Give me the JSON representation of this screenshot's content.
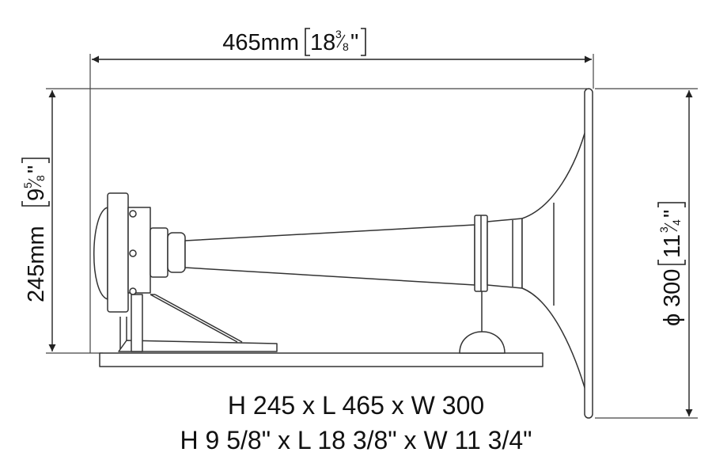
{
  "dimensions": {
    "length": {
      "metric": "465mm",
      "imperial_whole": "18",
      "imperial_num": "3",
      "imperial_den": "8",
      "quote": "\""
    },
    "height": {
      "metric": "245mm",
      "imperial_whole": "9",
      "imperial_num": "5",
      "imperial_den": "8",
      "quote": "\""
    },
    "diameter": {
      "symbol": "ϕ",
      "metric": "300",
      "imperial_whole": "11",
      "imperial_num": "3",
      "imperial_den": "4",
      "quote": "\""
    }
  },
  "caption": {
    "line1": "H 245 x L 465 x W 300",
    "line2": "H 9 5/8\" x L 18 3/8\" x W 11 3/4\""
  },
  "colors": {
    "line": "#333333",
    "fill": "#ffffff"
  }
}
